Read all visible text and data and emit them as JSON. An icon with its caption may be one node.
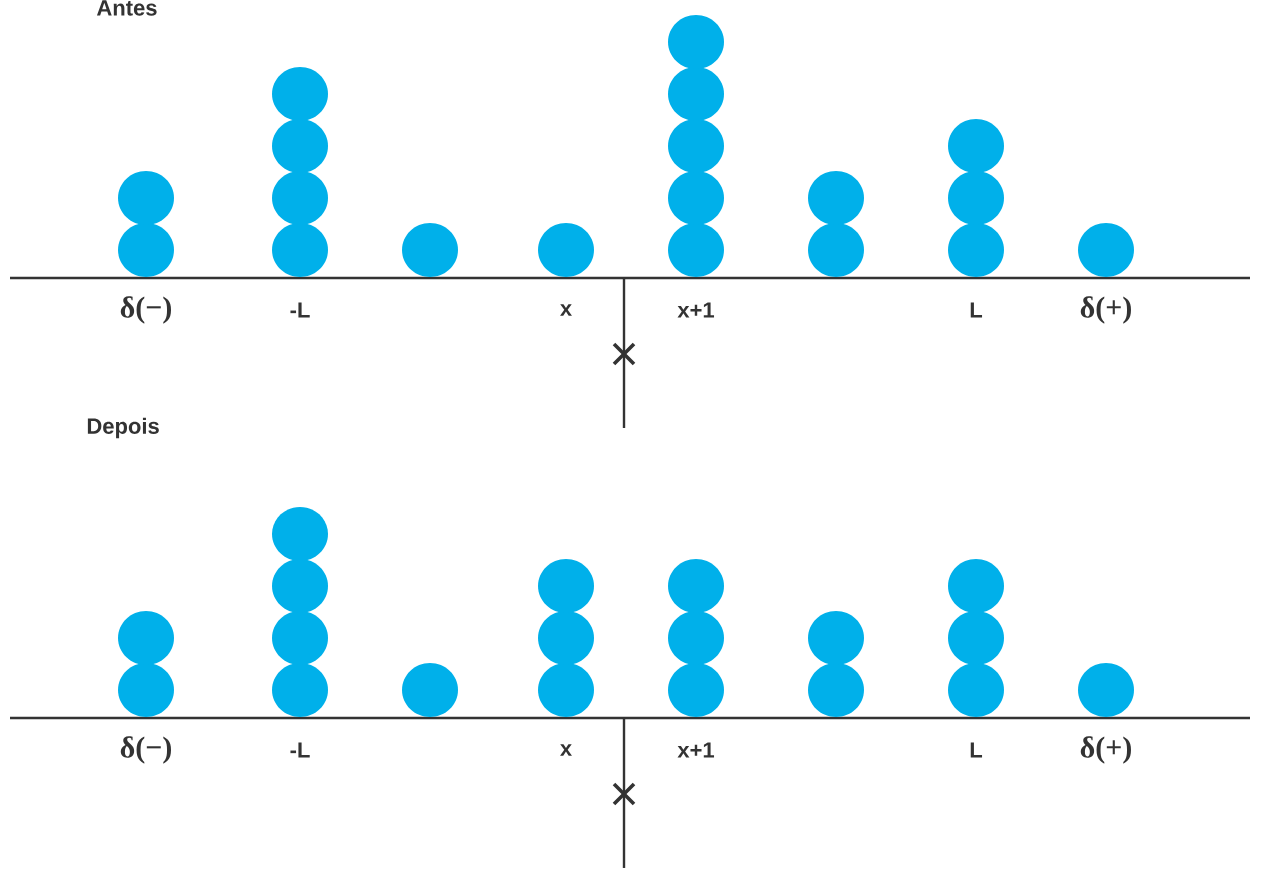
{
  "diagram": {
    "labels": [
      "Antes",
      "δ(−)",
      "-L",
      "x",
      "x+1",
      "L",
      "δ(+)",
      "Depois",
      "δ(−)",
      "-L",
      "x",
      "x+1",
      "L",
      "δ(+)"
    ]
  }
}
